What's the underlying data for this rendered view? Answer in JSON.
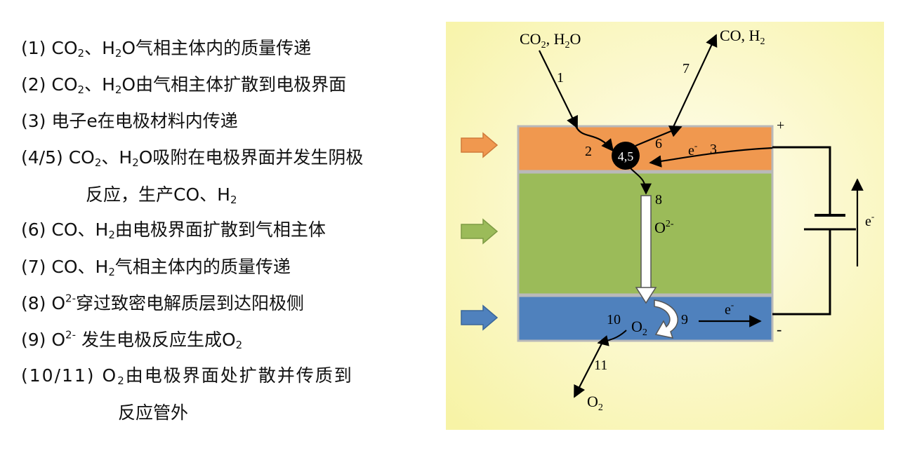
{
  "steps": [
    {
      "num": "(1)",
      "pre": " CO",
      "s1": "2",
      "mid": "、H",
      "s2": "2",
      "post": "O气相主体内的质量传递"
    },
    {
      "num": "(2)",
      "pre": " CO",
      "s1": "2",
      "mid": "、H",
      "s2": "2",
      "post": "O由气相主体扩散到电极界面"
    },
    {
      "num": "(3)",
      "text": " 电子e在电极材料内传递"
    },
    {
      "num": "(4/5)",
      "pre": " CO",
      "s1": "2",
      "mid": "、H",
      "s2": "2",
      "post": "O吸附在电极界面并发生阴极",
      "cont_pre": "反应，生产CO、H",
      "cont_sub": "2"
    },
    {
      "num": "(6)",
      "pre": " CO、H",
      "s1": "2",
      "post": "由电极界面扩散到气相主体"
    },
    {
      "num": "(7)",
      "pre": " CO、H",
      "s1": "2",
      "post": "气相主体内的质量传递"
    },
    {
      "num": "(8)",
      "pre": " O",
      "sup": "2-",
      "post": "穿过致密电解质层到达阳极侧"
    },
    {
      "num": "(9)",
      "pre": " O",
      "sup": "2-",
      "post": " 发生电极反应生成O",
      "s_end": "2"
    },
    {
      "num": "(10/11)",
      "pre": " O",
      "s1": "2",
      "post": "由电极界面处扩散并传质到",
      "cont": "反应管外"
    }
  ],
  "diagram": {
    "in_label": {
      "a": "CO",
      "s1": "2",
      "b": ", H",
      "s2": "2",
      "c": "O"
    },
    "out_label": {
      "a": "CO, H",
      "s1": "2"
    },
    "o2_out": {
      "a": "O",
      "s": "2"
    },
    "o2_in": {
      "a": "O",
      "s": "2"
    },
    "node": "4,5",
    "ion": {
      "a": "O",
      "sup": "2-"
    },
    "electron": {
      "a": "e",
      "sup": "-"
    },
    "plus": "+",
    "minus": "-",
    "nums": [
      "1",
      "2",
      "3",
      "6",
      "7",
      "8",
      "9",
      "10",
      "11"
    ],
    "colors": {
      "background": "#fbf9c2",
      "cathode": "#f0984f",
      "electrolyte": "#9bbb59",
      "anode": "#4f81bd",
      "node": "#000000"
    }
  }
}
